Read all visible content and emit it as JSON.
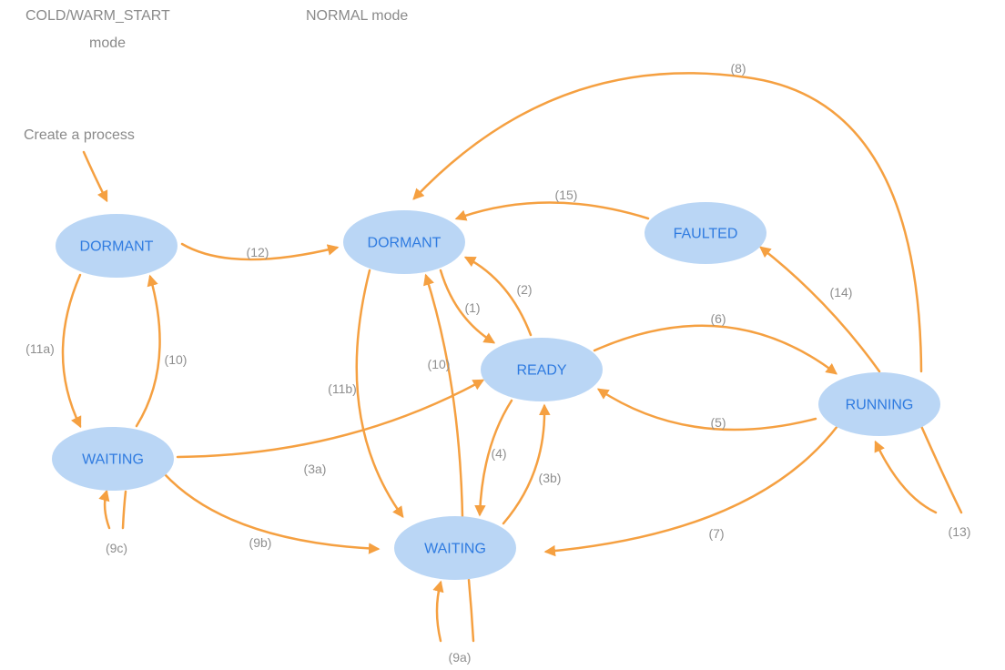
{
  "header": {
    "cold_warm_line1": "COLD/WARM_START",
    "cold_warm_line2": "mode",
    "normal_mode": "NORMAL mode",
    "create_process": "Create a process"
  },
  "states": {
    "dormant_start": "DORMANT",
    "waiting_start": "WAITING",
    "dormant_normal": "DORMANT",
    "faulted": "FAULTED",
    "ready": "READY",
    "running": "RUNNING",
    "waiting_normal": "WAITING"
  },
  "transitions": {
    "t1": "(1)",
    "t2": "(2)",
    "t3a": "(3a)",
    "t3b": "(3b)",
    "t4": "(4)",
    "t5": "(5)",
    "t6": "(6)",
    "t7": "(7)",
    "t8": "(8)",
    "t9a": "(9a)",
    "t9b": "(9b)",
    "t9c": "(9c)",
    "t10_start": "(10)",
    "t10_normal": "(10)",
    "t11a": "(11a)",
    "t11b": "(11b)",
    "t12": "(12)",
    "t13": "(13)",
    "t14": "(14)",
    "t15": "(15)"
  },
  "colors": {
    "state_fill": "#bad6f5",
    "state_text": "#2f7be0",
    "arrow": "#f5a041",
    "label_text": "#8f8f8f"
  }
}
